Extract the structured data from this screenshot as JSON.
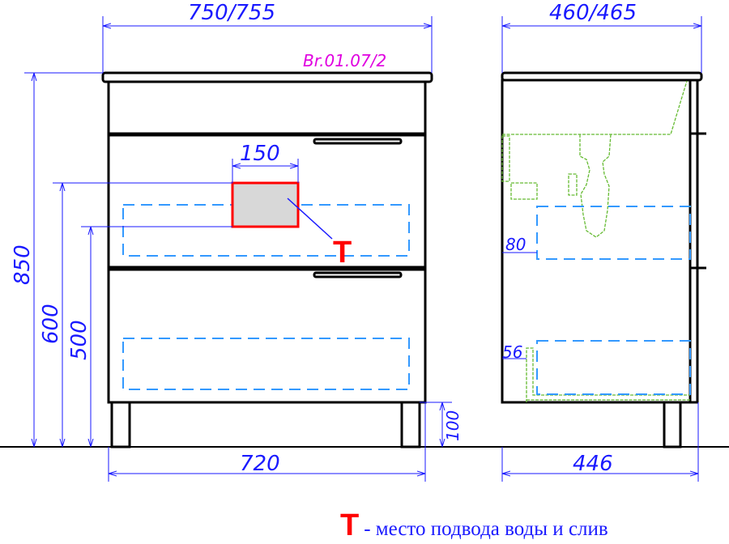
{
  "front_view": {
    "width_label": "750/755",
    "model_code": "Br.01.07/2",
    "height_label": "850",
    "outlet_height_label": "600",
    "drain_height_label": "500",
    "leg_height_label": "100",
    "body_width_label": "720",
    "outlet_zone_width_label": "150",
    "marker": "T"
  },
  "side_view": {
    "depth_label": "460/465",
    "body_depth_label": "446",
    "drawer_offset_top_label": "80",
    "drawer_offset_bottom_label": "56"
  },
  "legend": {
    "marker": "T",
    "text": "- место подвода воды и слив"
  },
  "colors": {
    "dimension": "#1a1aff",
    "outlet": "#ff0000",
    "siphon": "#66bb33",
    "drawer_outline": "#3399ff",
    "code": "#e000e0"
  }
}
